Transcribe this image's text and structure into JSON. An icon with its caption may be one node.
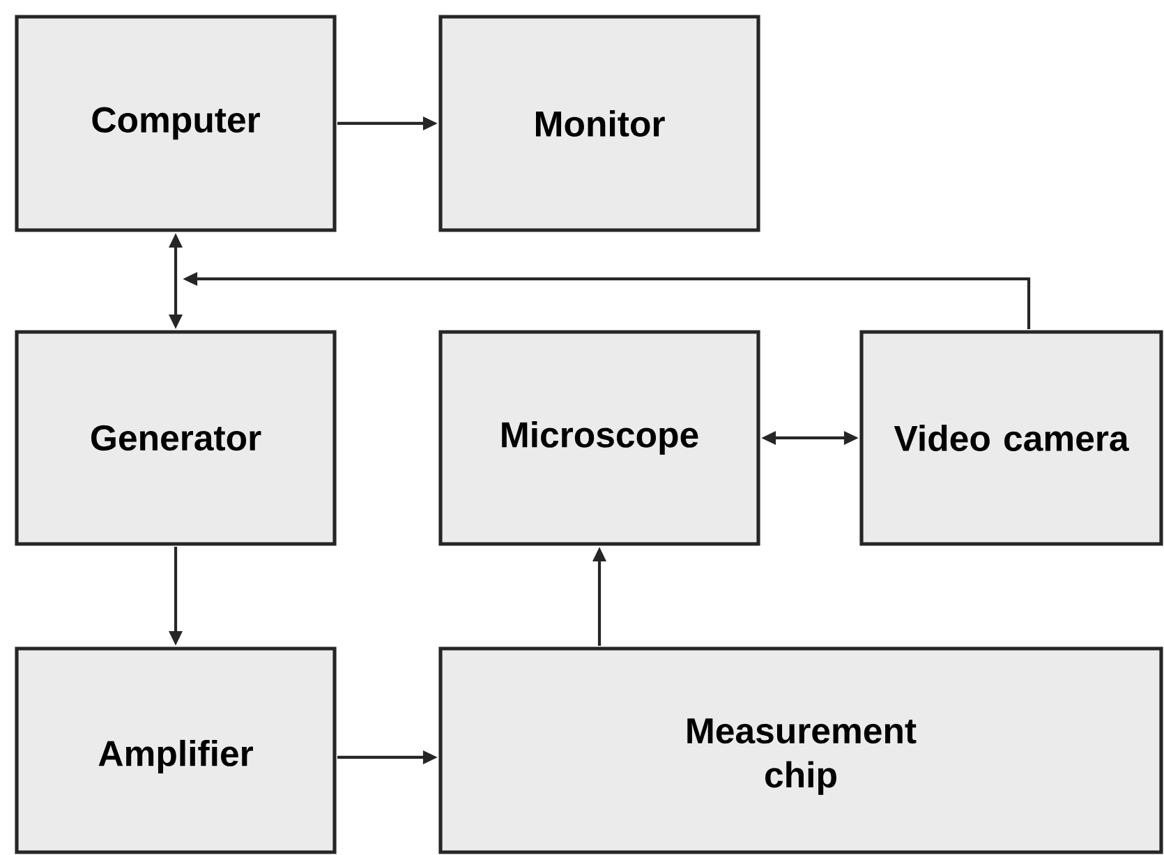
{
  "diagram": {
    "nodes": [
      {
        "text": [
          "Computer"
        ]
      },
      {
        "text": [
          "Monitor"
        ]
      },
      {
        "text": [
          "Generator"
        ]
      },
      {
        "text": [
          "Microscope"
        ]
      },
      {
        "text": [
          "Video camera"
        ]
      },
      {
        "text": [
          "Amplifier"
        ]
      },
      {
        "text": [
          "Measurement chip"
        ]
      }
    ],
    "edges": [
      {
        "from": 0,
        "to": 1,
        "arrow": "to"
      },
      {
        "from": 0,
        "to": 2,
        "arrow": "both"
      },
      {
        "from": 4,
        "to": null,
        "arrow": "to"
      },
      {
        "from": 3,
        "to": 4,
        "arrow": "both"
      },
      {
        "from": 2,
        "to": 5,
        "arrow": "to"
      },
      {
        "from": 5,
        "to": 6,
        "arrow": "to"
      },
      {
        "from": 6,
        "to": 3,
        "arrow": "to"
      }
    ]
  }
}
